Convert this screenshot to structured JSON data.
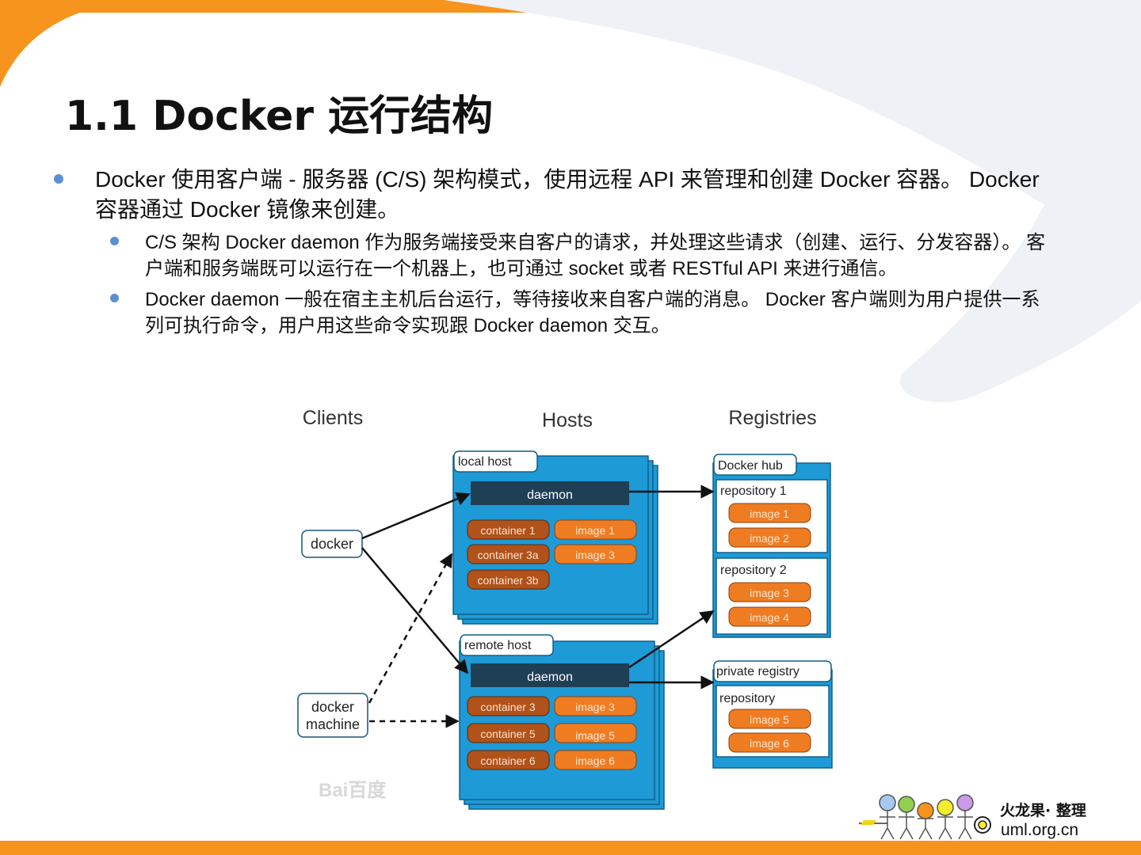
{
  "slide": {
    "title": "1.1 Docker  运行结构",
    "bullets": [
      {
        "text": "Docker  使用客户端 - 服务器  (C/S)  架构模式，使用远程 API 来管理和创建 Docker 容器。 Docker  容器通过  Docker  镜像来创建。"
      },
      {
        "text": "C/S 架构  Docker daemon  作为服务端接受来自客户的请求，并处理这些请求（创建、运行、分发容器）。 客户端和服务端既可以运行在一个机器上，也可通过  socket  或者 RESTful API 来进行通信。"
      },
      {
        "text": "Docker daemon  一般在宿主主机后台运行，等待接收来自客户端的消息。  Docker  客户端则为用户提供一系列可执行命令，用户用这些命令实现跟  Docker daemon  交互。"
      }
    ],
    "accent_color": "#f7941d",
    "bullet_color": "#5b8fd4"
  },
  "diagram": {
    "headers": {
      "clients": "Clients",
      "hosts": "Hosts",
      "registries": "Registries"
    },
    "clients": {
      "docker": "docker",
      "machine_line1": "docker",
      "machine_line2": "machine"
    },
    "local_host": {
      "label": "local host",
      "daemon": "daemon",
      "containers": [
        "container 1",
        "container 3a",
        "container 3b"
      ],
      "images": [
        "image 1",
        "image 3"
      ]
    },
    "remote_host": {
      "label": "remote host",
      "daemon": "daemon",
      "containers": [
        "container 3",
        "container 5",
        "container 6"
      ],
      "images": [
        "image 3",
        "image 5",
        "image 6"
      ]
    },
    "docker_hub": {
      "label": "Docker hub",
      "repo1": {
        "label": "repository 1",
        "images": [
          "image 1",
          "image 2"
        ]
      },
      "repo2": {
        "label": "repository 2",
        "images": [
          "image 3",
          "image 4"
        ]
      }
    },
    "private_registry": {
      "label": "private registry",
      "repo": {
        "label": "repository",
        "images": [
          "image 5",
          "image 6"
        ]
      }
    },
    "colors": {
      "host_blue": "#1e9ad6",
      "daemon_dark": "#1f3f55",
      "container_brown": "#b0521a",
      "image_orange": "#f07c22"
    },
    "watermark": "Bai百度"
  },
  "logo": {
    "org": "火龙果· 整理",
    "url": "uml.org.cn"
  }
}
